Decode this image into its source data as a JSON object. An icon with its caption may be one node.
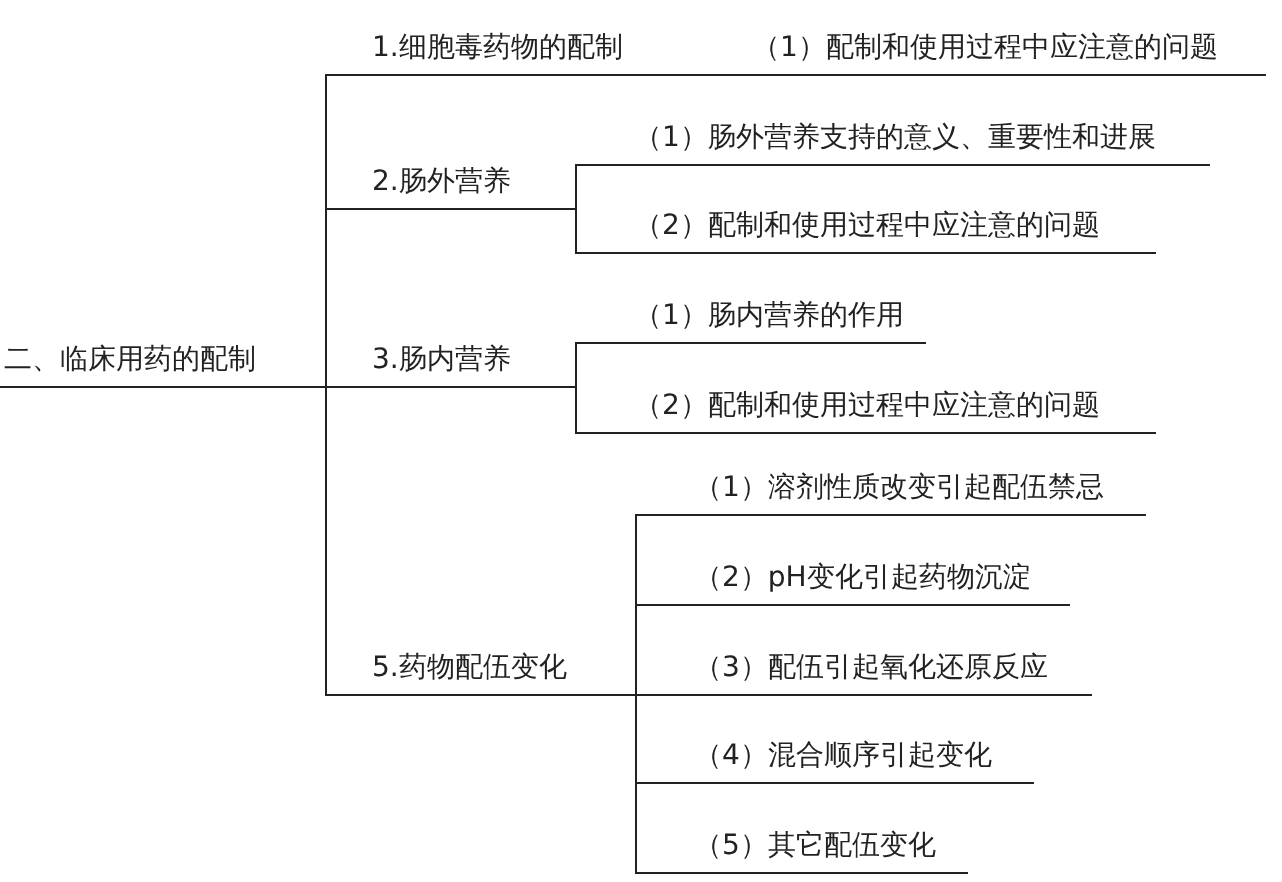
{
  "diagram": {
    "nodes": [
      {
        "text": [
          "二、临床用药的配制"
        ]
      },
      {
        "text": [
          "1.细胞毒药物的配制"
        ]
      },
      {
        "text": [
          "（1）配制和使用过程中应注意的问题"
        ]
      },
      {
        "text": [
          "2.肠外营养"
        ]
      },
      {
        "text": [
          "（1）肠外营养支持的意义、重要性和进展"
        ]
      },
      {
        "text": [
          "（2）配制和使用过程中应注意的问题"
        ]
      },
      {
        "text": [
          "3.肠内营养"
        ]
      },
      {
        "text": [
          "（1）肠内营养的作用"
        ]
      },
      {
        "text": [
          "（2）配制和使用过程中应注意的问题"
        ]
      },
      {
        "text": [
          "5.药物配伍变化"
        ]
      },
      {
        "text": [
          "（1）溶剂性质改变引起配伍禁忌"
        ]
      },
      {
        "text": [
          "（2）pH变化引起药物沉淀"
        ]
      },
      {
        "text": [
          "（3）配伍引起氧化还原反应"
        ]
      },
      {
        "text": [
          "（4）混合顺序引起变化"
        ]
      },
      {
        "text": [
          "（5）其它配伍变化"
        ]
      }
    ],
    "edges": [
      {
        "from": 0,
        "to": 1,
        "arrow": "none"
      },
      {
        "from": 0,
        "to": 3,
        "arrow": "none"
      },
      {
        "from": 0,
        "to": 6,
        "arrow": "none"
      },
      {
        "from": 0,
        "to": 9,
        "arrow": "none"
      },
      {
        "from": 1,
        "to": 2,
        "arrow": "none"
      },
      {
        "from": 3,
        "to": 4,
        "arrow": "none"
      },
      {
        "from": 3,
        "to": 5,
        "arrow": "none"
      },
      {
        "from": 6,
        "to": 7,
        "arrow": "none"
      },
      {
        "from": 6,
        "to": 8,
        "arrow": "none"
      },
      {
        "from": 9,
        "to": 10,
        "arrow": "none"
      },
      {
        "from": 9,
        "to": 11,
        "arrow": "none"
      },
      {
        "from": 9,
        "to": 12,
        "arrow": "none"
      },
      {
        "from": 9,
        "to": 13,
        "arrow": "none"
      },
      {
        "from": 9,
        "to": 14,
        "arrow": "none"
      }
    ]
  }
}
